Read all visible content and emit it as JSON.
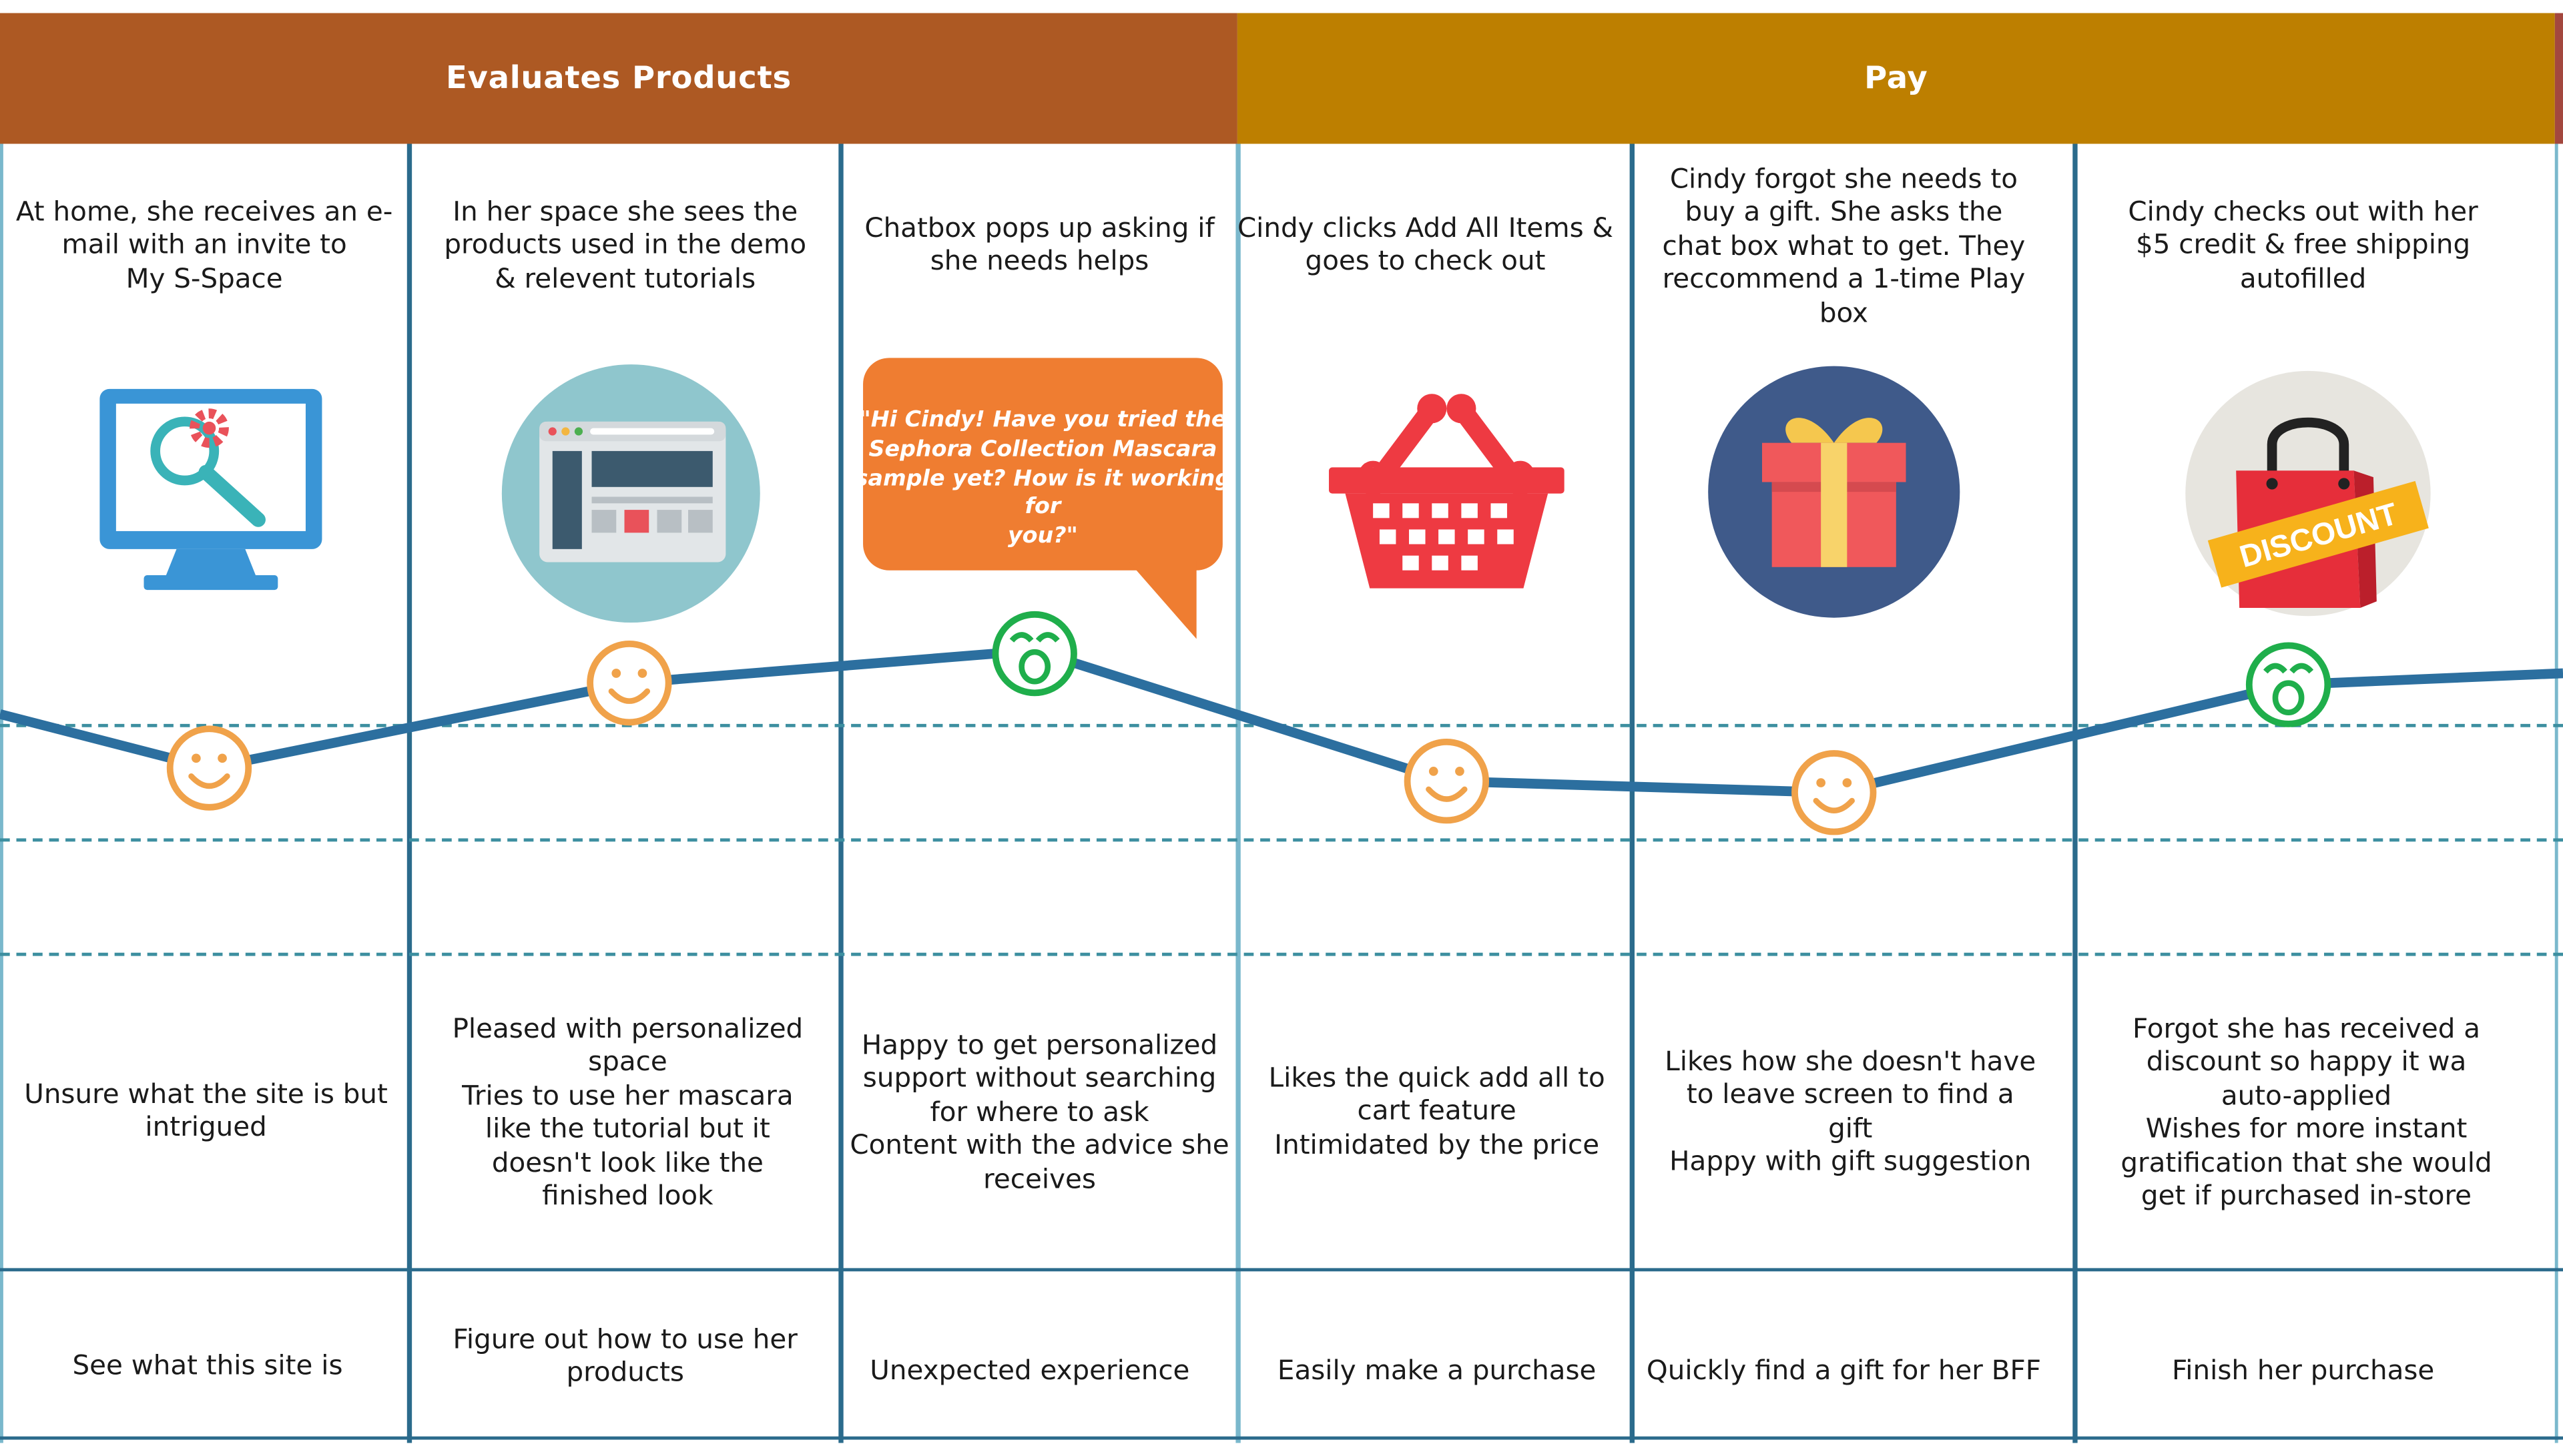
{
  "phases": [
    {
      "label": "Evaluates Products",
      "color": "#ad5923"
    },
    {
      "label": "Pay",
      "color": "#bd7f00"
    }
  ],
  "columns": [
    {
      "action": "At home, she receives an e-\nmail with an invite to\nMy S-Space",
      "icon": "computer-search-icon",
      "emotion": "smile",
      "feeling": "Unsure what the site is but\nintrigued",
      "goal": "See what this site is"
    },
    {
      "action": "In her space she sees the\nproducts used in the demo\n& relevent tutorials",
      "icon": "browser-window-icon",
      "emotion": "smile",
      "feeling": "Pleased with personalized\nspace\nTries to use her mascara\nlike the tutorial but it\ndoesn't look like the\nfinished look",
      "goal": "Figure out how to use her\nproducts"
    },
    {
      "action": "Chatbox pops up asking if\nshe needs helps",
      "icon": "chat-bubble-icon",
      "emotion": "surprised",
      "feeling": "Happy to get personalized\nsupport without searching\nfor where to ask\nContent with the advice she\nreceives",
      "goal": "Unexpected experience"
    },
    {
      "action": "Cindy clicks Add All Items &\ngoes to check out",
      "icon": "shopping-basket-icon",
      "emotion": "smile",
      "feeling": "Likes the quick add all to\ncart feature\nIntimidated by the price",
      "goal": "Easily make a purchase"
    },
    {
      "action": "Cindy forgot she needs to\nbuy a gift. She asks the\nchat box what to get. They\nreccommend a 1-time Play\nbox",
      "icon": "gift-box-icon",
      "emotion": "smile",
      "feeling": "Likes how she doesn't have\nto leave screen to find a\ngift\nHappy with gift suggestion",
      "goal": "Quickly find a gift for her BFF"
    },
    {
      "action": "Cindy checks out with her\n$5 credit & free shipping\nautofilled",
      "icon": "discount-bag-icon",
      "emotion": "surprised",
      "feeling": "Forgot she has received a\ndiscount so happy it wa\nauto-applied\nWishes for more instant\ngratification that she would\nget if purchased in-store",
      "goal": "Finish her purchase"
    }
  ],
  "chat_bubble": {
    "text": "\"Hi Cindy! Have you tried the\nSephora Collection Mascara\nsample yet? How is it working for\nyou?\"",
    "color": "#ef7d31"
  },
  "discount_label": "DISCOUNT",
  "colors": {
    "journey_line": "#2c6f9f",
    "smile_face": "#f0a24a",
    "surprised_face": "#1fae4b",
    "divider": "#2b6b8c",
    "divider_light": "#7ab8cc"
  }
}
